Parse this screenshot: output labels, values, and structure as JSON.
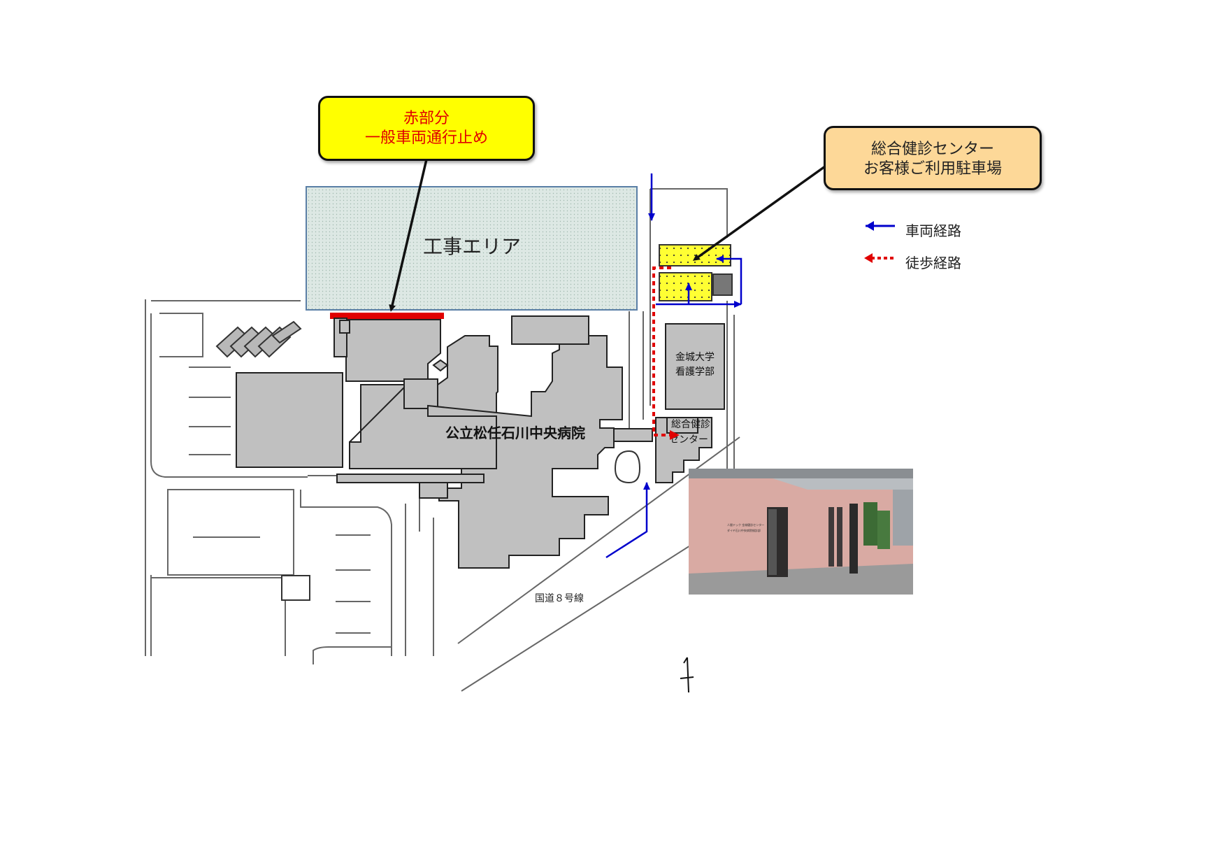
{
  "callouts": {
    "red_section": {
      "line1": "赤部分",
      "line2": "一般車両通行止め"
    },
    "parking": {
      "line1": "総合健診センター",
      "line2": "お客様ご利用駐車場"
    }
  },
  "legend": {
    "vehicle_route": {
      "label": "車両経路",
      "color": "#0000cc"
    },
    "walking_route": {
      "label": "徒歩経路",
      "color": "#e00000"
    }
  },
  "map_labels": {
    "construction_area": "工事エリア",
    "hospital": "公立松任石川中央病院",
    "university_line1": "金城大学",
    "university_line2": "看護学部",
    "health_center_line1": "総合健診",
    "health_center_line2": "センター",
    "road": "国道８号線"
  },
  "photo": {
    "sign_line1": "人間ドック 金城健診センター",
    "sign_line2": "ダイヤ石川中央病院検診部"
  },
  "colors": {
    "building": "#c0c0c0",
    "construction": "#dde8e4",
    "parking": "#ffff33",
    "closed_road": "#e00000",
    "wall": "#e8c0b8"
  }
}
